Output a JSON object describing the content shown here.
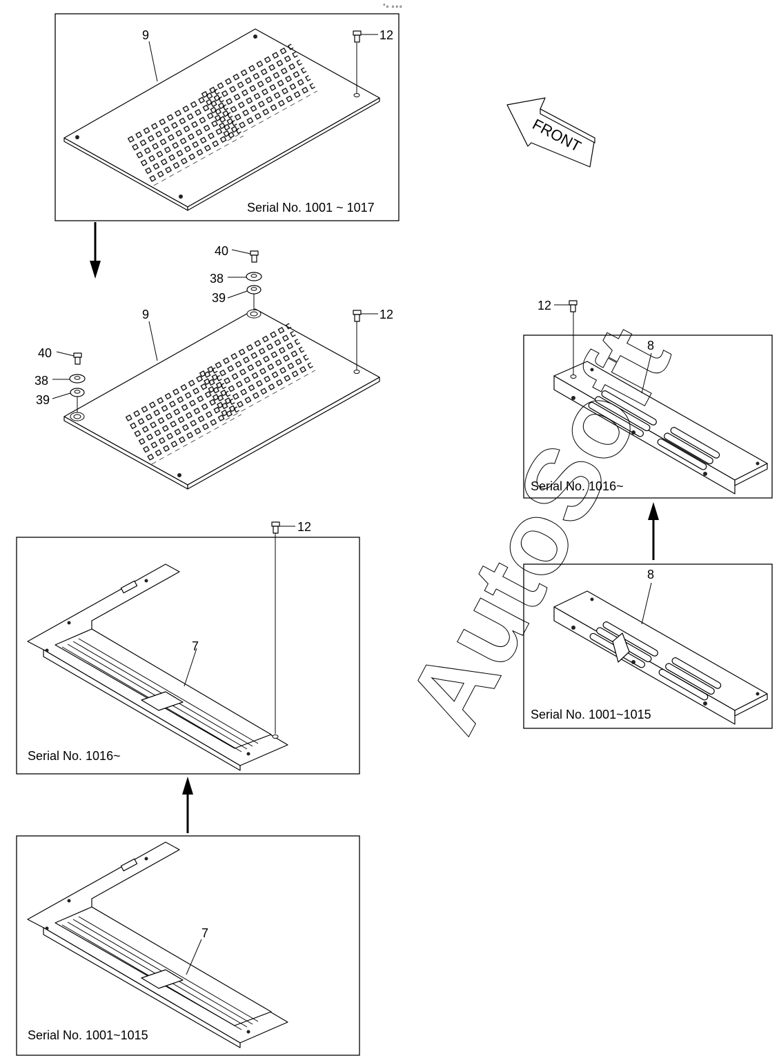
{
  "corner_mark": "°∘ ∘∘∘",
  "front_label": "FRONT",
  "watermark": "AutoSoft",
  "callouts": {
    "part_9": "9",
    "part_12": "12",
    "part_40": "40",
    "part_38": "38",
    "part_39": "39",
    "part_8": "8",
    "part_7": "7"
  },
  "captions": {
    "top_panel": "Serial No. 1001 ~ 1017",
    "right_upper": "Serial No. 1016~",
    "right_lower": "Serial No. 1001~1015",
    "left_upper": "Serial No. 1016~",
    "left_lower": "Serial No. 1001~1015"
  }
}
